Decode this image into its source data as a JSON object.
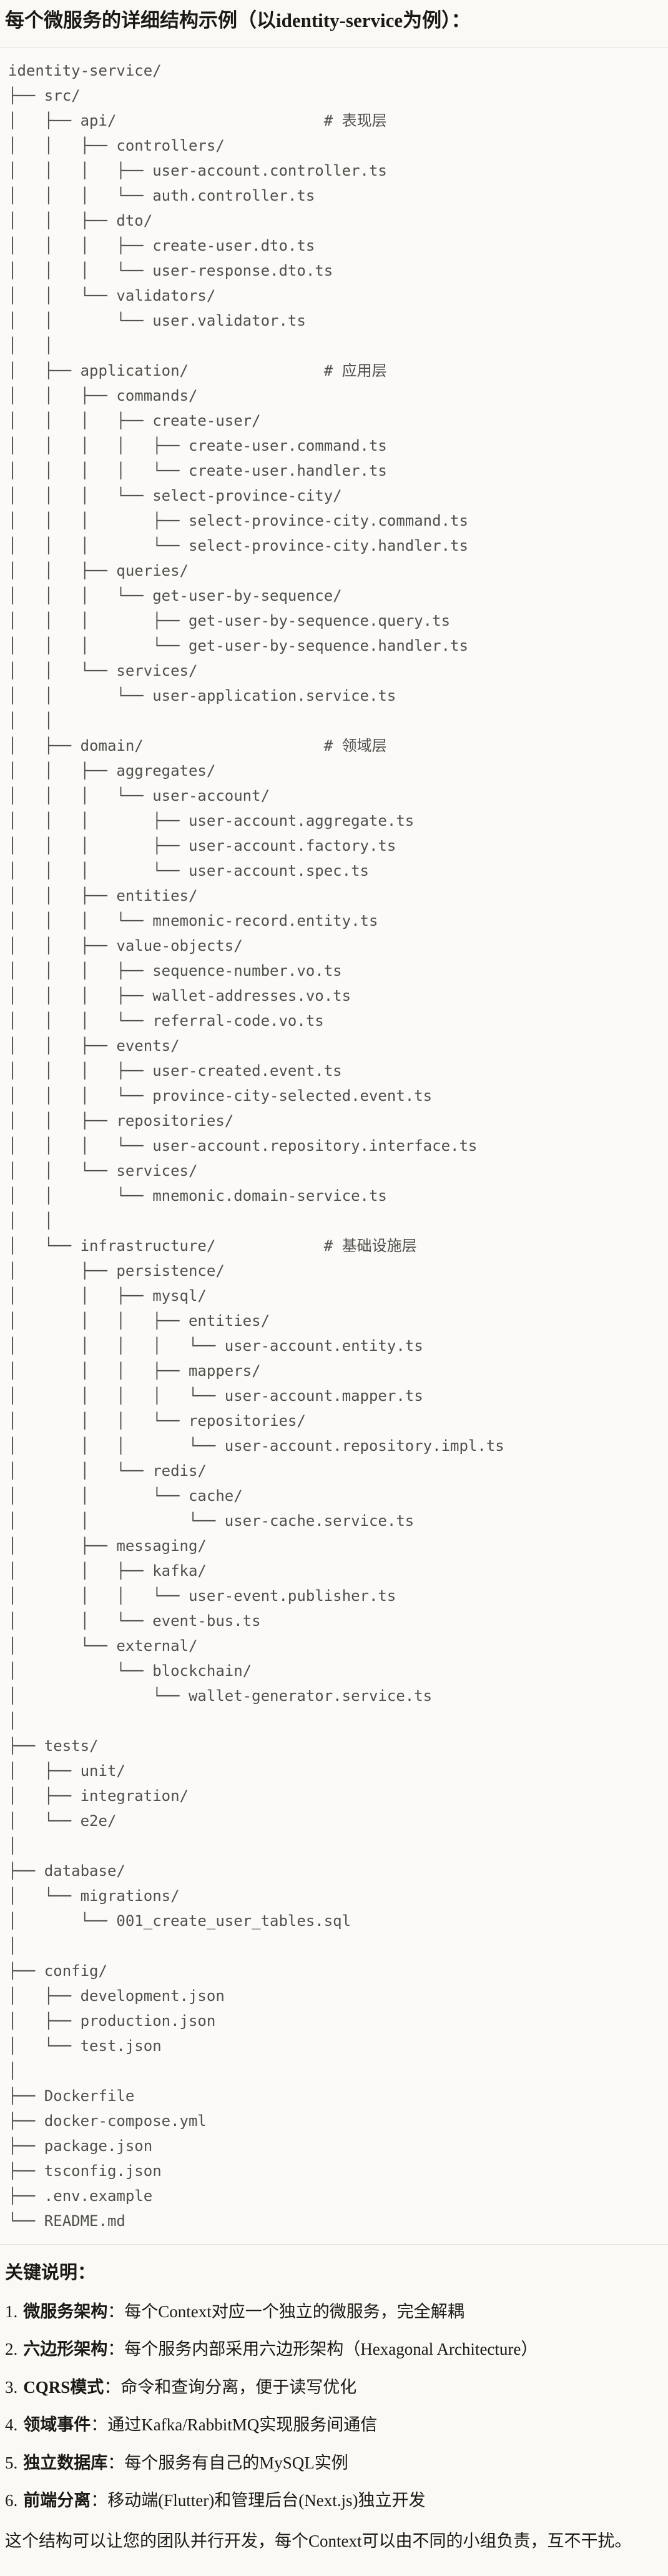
{
  "page": {
    "title": "每个微服务的详细结构示例（以identity-service为例）："
  },
  "colors": {
    "bg": "#FAF9F5",
    "code-bg": "#FBFAF8",
    "border": "#E4E1D7",
    "code-text": "#50504A",
    "text": "#1A1915"
  },
  "tree": {
    "lines": [
      "identity-service/",
      "├── src/",
      "│   ├── api/                       # 表现层",
      "│   │   ├── controllers/",
      "│   │   │   ├── user-account.controller.ts",
      "│   │   │   └── auth.controller.ts",
      "│   │   ├── dto/",
      "│   │   │   ├── create-user.dto.ts",
      "│   │   │   └── user-response.dto.ts",
      "│   │   └── validators/",
      "│   │       └── user.validator.ts",
      "│   │",
      "│   ├── application/               # 应用层",
      "│   │   ├── commands/",
      "│   │   │   ├── create-user/",
      "│   │   │   │   ├── create-user.command.ts",
      "│   │   │   │   └── create-user.handler.ts",
      "│   │   │   └── select-province-city/",
      "│   │   │       ├── select-province-city.command.ts",
      "│   │   │       └── select-province-city.handler.ts",
      "│   │   ├── queries/",
      "│   │   │   └── get-user-by-sequence/",
      "│   │   │       ├── get-user-by-sequence.query.ts",
      "│   │   │       └── get-user-by-sequence.handler.ts",
      "│   │   └── services/",
      "│   │       └── user-application.service.ts",
      "│   │",
      "│   ├── domain/                    # 领域层",
      "│   │   ├── aggregates/",
      "│   │   │   └── user-account/",
      "│   │   │       ├── user-account.aggregate.ts",
      "│   │   │       ├── user-account.factory.ts",
      "│   │   │       └── user-account.spec.ts",
      "│   │   ├── entities/",
      "│   │   │   └── mnemonic-record.entity.ts",
      "│   │   ├── value-objects/",
      "│   │   │   ├── sequence-number.vo.ts",
      "│   │   │   ├── wallet-addresses.vo.ts",
      "│   │   │   └── referral-code.vo.ts",
      "│   │   ├── events/",
      "│   │   │   ├── user-created.event.ts",
      "│   │   │   └── province-city-selected.event.ts",
      "│   │   ├── repositories/",
      "│   │   │   └── user-account.repository.interface.ts",
      "│   │   └── services/",
      "│   │       └── mnemonic.domain-service.ts",
      "│   │",
      "│   └── infrastructure/            # 基础设施层",
      "│       ├── persistence/",
      "│       │   ├── mysql/",
      "│       │   │   ├── entities/",
      "│       │   │   │   └── user-account.entity.ts",
      "│       │   │   ├── mappers/",
      "│       │   │   │   └── user-account.mapper.ts",
      "│       │   │   └── repositories/",
      "│       │   │       └── user-account.repository.impl.ts",
      "│       │   └── redis/",
      "│       │       └── cache/",
      "│       │           └── user-cache.service.ts",
      "│       ├── messaging/",
      "│       │   ├── kafka/",
      "│       │   │   └── user-event.publisher.ts",
      "│       │   └── event-bus.ts",
      "│       └── external/",
      "│           └── blockchain/",
      "│               └── wallet-generator.service.ts",
      "│",
      "├── tests/",
      "│   ├── unit/",
      "│   ├── integration/",
      "│   └── e2e/",
      "│",
      "├── database/",
      "│   └── migrations/",
      "│       └── 001_create_user_tables.sql",
      "│",
      "├── config/",
      "│   ├── development.json",
      "│   ├── production.json",
      "│   └── test.json",
      "│",
      "├── Dockerfile",
      "├── docker-compose.yml",
      "├── package.json",
      "├── tsconfig.json",
      "├── .env.example",
      "└── README.md"
    ]
  },
  "notes": {
    "heading": "关键说明：",
    "items": [
      {
        "num": "1.",
        "label": "微服务架构",
        "text": "：每个Context对应一个独立的微服务，完全解耦"
      },
      {
        "num": "2.",
        "label": "六边形架构",
        "text": "：每个服务内部采用六边形架构（Hexagonal Architecture）"
      },
      {
        "num": "3.",
        "label": "CQRS模式",
        "text": "：命令和查询分离，便于读写优化"
      },
      {
        "num": "4.",
        "label": "领域事件",
        "text": "：通过Kafka/RabbitMQ实现服务间通信"
      },
      {
        "num": "5.",
        "label": "独立数据库",
        "text": "：每个服务有自己的MySQL实例"
      },
      {
        "num": "6.",
        "label": "前端分离",
        "text": "：移动端(Flutter)和管理后台(Next.js)独立开发"
      }
    ],
    "footer": "这个结构可以让您的团队并行开发，每个Context可以由不同的小组负责，互不干扰。"
  }
}
